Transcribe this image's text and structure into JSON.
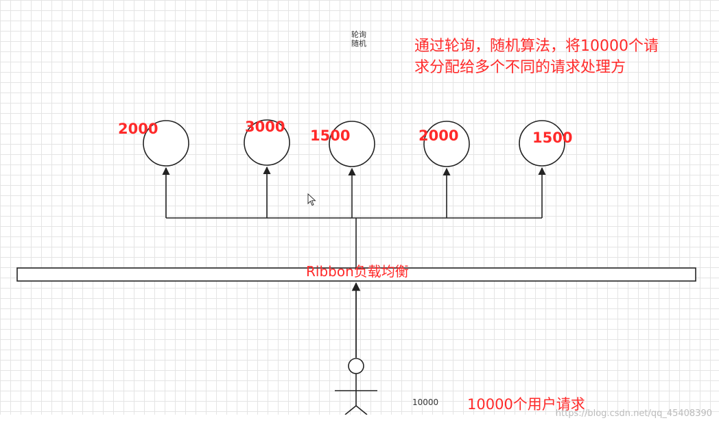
{
  "top_note_small": [
    "轮询",
    "随机"
  ],
  "top_note_red": [
    "通过轮询，随机算法，将10000个请",
    "求分配给多个不同的请求处理方"
  ],
  "servers": [
    {
      "label": "2000"
    },
    {
      "label": "3000"
    },
    {
      "label": "1500"
    },
    {
      "label": "2000"
    },
    {
      "label": "1500"
    }
  ],
  "load_balancer_label": "Ribbon负载均衡",
  "user_count_small": "10000",
  "user_request_label": "10000个用户请求",
  "watermark": "https://blog.csdn.net/qq_45408390",
  "colors": {
    "annotation_red": "#ff2a2a",
    "stroke": "#222222",
    "grid": "#e4e4e4"
  },
  "icons": [
    "mouse-cursor-icon",
    "stick-figure-user-icon"
  ]
}
